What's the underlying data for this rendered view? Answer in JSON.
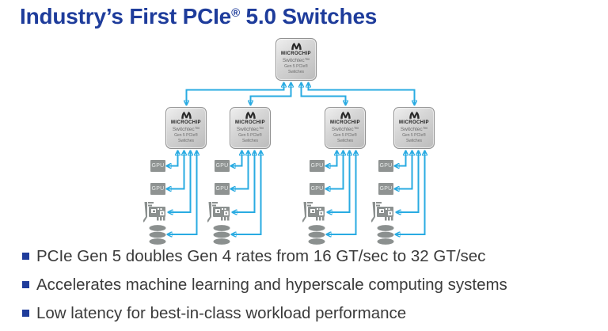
{
  "title": {
    "part1": "Industry’s First PCIe",
    "reg": "®",
    "part2": " 5.0 Switches"
  },
  "chip": {
    "brand": "MICROCHIP",
    "product": "Switchtec™",
    "gen": "Gen 5 PCIe®",
    "type": "Switches"
  },
  "devices": {
    "gpu_label": "GPU"
  },
  "icons": {
    "chip_logo": "microchip-logo-icon",
    "nic": "pcie-card-icon",
    "storage": "database-icon",
    "bullet": "bullet-square-icon"
  },
  "colors": {
    "title_blue": "#1e3c9b",
    "arrow_blue": "#29abe2",
    "icon_gray": "#8b908f",
    "bullet_blue": "#1f3c9b",
    "text_gray": "#3b3b3b"
  },
  "bullets": [
    "PCIe Gen 5 doubles Gen 4 rates from 16 GT/sec to 32 GT/sec",
    "Accelerates machine learning and hyperscale computing systems",
    "Low latency for best-in-class workload performance"
  ]
}
